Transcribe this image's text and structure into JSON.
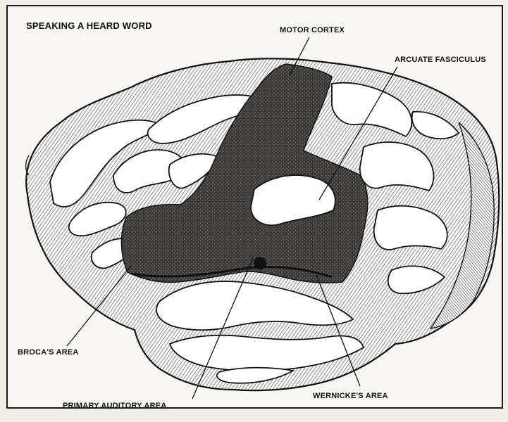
{
  "figure": {
    "title": "SPEAKING A HEARD WORD",
    "labels": {
      "motor_cortex": "MOTOR CORTEX",
      "arcuate_fasciculus": "ARCUATE FASCICULUS",
      "brocas_area": "BROCA'S AREA",
      "primary_auditory_area": "PRIMARY AUDITORY AREA",
      "wernickes_area": "WERNICKE'S AREA"
    }
  },
  "colors": {
    "ink": "#111111",
    "paper": "#f7f6f2",
    "stipple": "#3a3836",
    "cortex_fill": "#ffffff",
    "bleed_text": "#8d8a84"
  },
  "icons": [
    "brain-illustration"
  ]
}
